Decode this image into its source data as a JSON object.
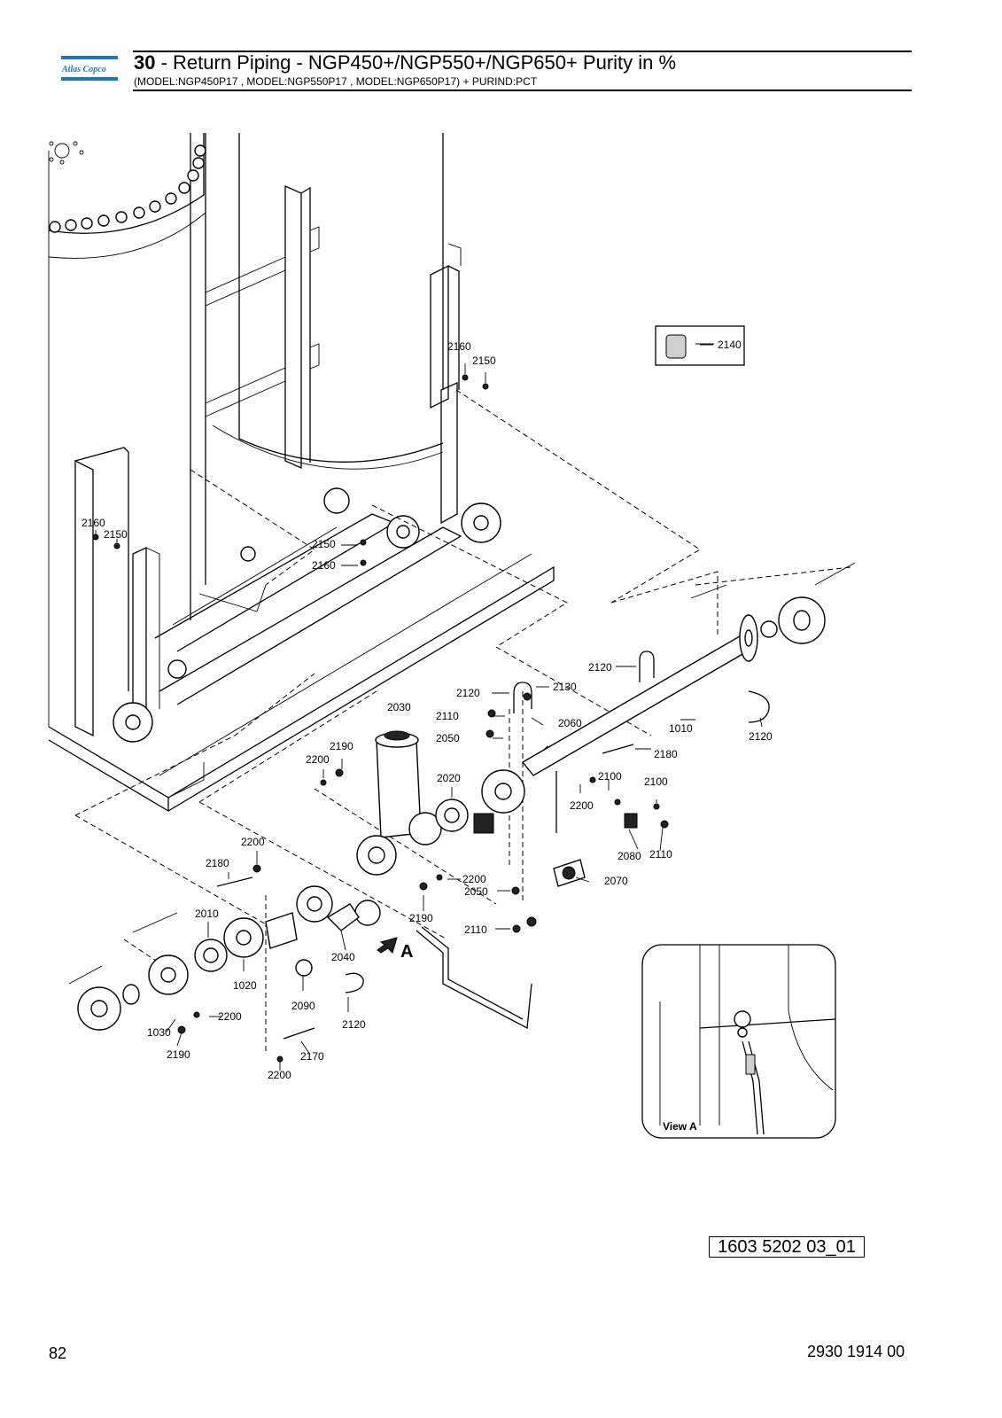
{
  "header": {
    "brand": "Atlas Copco",
    "section_number": "30",
    "title": " - Return Piping - NGP450+/NGP550+/NGP650+ Purity in %",
    "subtitle": "(MODEL:NGP450P17 , MODEL:NGP550P17 , MODEL:NGP650P17) + PURIND:PCT"
  },
  "callouts": {
    "c2160a": "2160",
    "c2150a": "2150",
    "c2160b": "2160",
    "c2150b": "2150",
    "c2150c": "2150",
    "c2160c": "2160",
    "c2140": "2140",
    "c2120a": "2120",
    "c2120b": "2120",
    "c2120c": "2120",
    "c2120d": "2120",
    "c2130": "2130",
    "c2110a": "2110",
    "c2060": "2060",
    "c2050a": "2050",
    "c2030": "2030",
    "c1010": "1010",
    "c2180a": "2180",
    "c2190a": "2190",
    "c2200a": "2200",
    "c2020": "2020",
    "c2100a": "2100",
    "c2100b": "2100",
    "c2200b": "2200",
    "c2080": "2080",
    "c2110b": "2110",
    "c2070": "2070",
    "c2200c": "2200",
    "c2180b": "2180",
    "c2200d": "2200",
    "c2050b": "2050",
    "c2190b": "2190",
    "c2110c": "2110",
    "c2010": "2010",
    "c2040": "2040",
    "c1020": "1020",
    "c2090": "2090",
    "c2200e": "2200",
    "c1030": "1030",
    "c2190c": "2190",
    "c2170": "2170",
    "c2200f": "2200"
  },
  "view_marker": "A",
  "view_label": "View A",
  "drawing_id": "1603 5202 03_01",
  "footer": {
    "page_number": "82",
    "document_number": "2930 1914 00"
  }
}
